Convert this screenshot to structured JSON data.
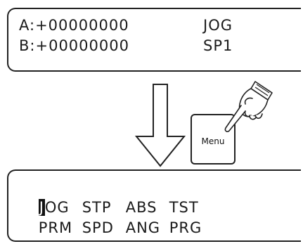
{
  "top_display": {
    "line1_left": "A:+00000000",
    "line2_left": "B:+00000000",
    "line1_right": "JOG",
    "line2_right": "SP1"
  },
  "button": {
    "label": "Menu"
  },
  "bottom_display": {
    "cursor_char": "J",
    "row1": [
      "JOG",
      "STP",
      "ABS",
      "TST"
    ],
    "row2": [
      "PRM",
      "SPD",
      "ANG",
      "PRG"
    ]
  },
  "icons": {
    "arrow": "down-arrow-icon",
    "hand": "pointing-hand-icon"
  }
}
